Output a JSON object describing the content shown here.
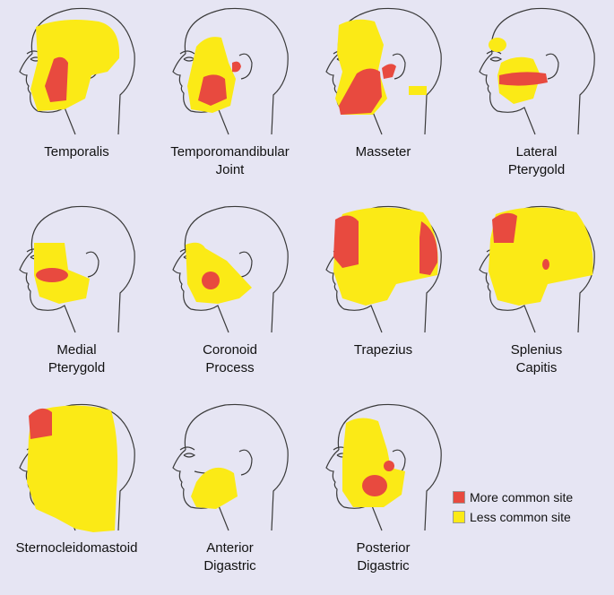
{
  "colors": {
    "more": "#e84a3f",
    "less": "#fbea16",
    "outline": "#3a3a3a",
    "background": "#e6e5f3"
  },
  "muscles": [
    {
      "line1": "Temporalis",
      "line2": ""
    },
    {
      "line1": "Temporomandibular",
      "line2": "Joint"
    },
    {
      "line1": "Masseter",
      "line2": ""
    },
    {
      "line1": "Lateral",
      "line2": "Pterygold"
    },
    {
      "line1": "Medial",
      "line2": "Pterygold"
    },
    {
      "line1": "Coronoid",
      "line2": "Process"
    },
    {
      "line1": "Trapezius",
      "line2": ""
    },
    {
      "line1": "Splenius",
      "line2": "Capitis"
    },
    {
      "line1": "Sternocleidomastoid",
      "line2": ""
    },
    {
      "line1": "Anterior",
      "line2": "Digastric"
    },
    {
      "line1": "Posterior",
      "line2": "Digastric"
    }
  ],
  "legend": {
    "more_label": "More common site",
    "less_label": "Less common site"
  }
}
